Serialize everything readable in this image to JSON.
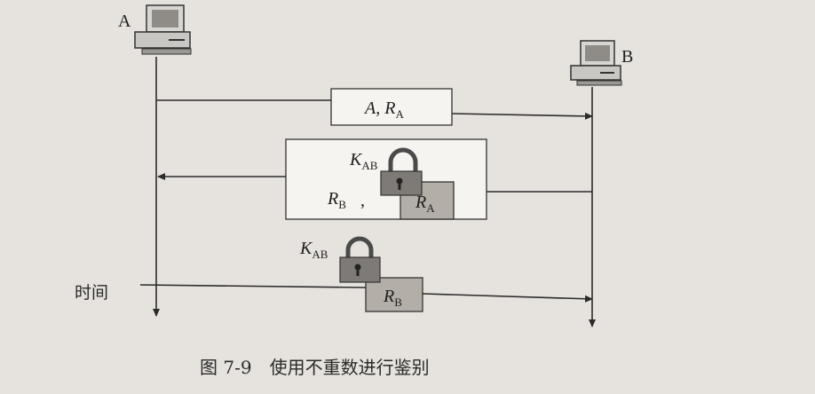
{
  "hosts": {
    "a_label": "A",
    "b_label": "B"
  },
  "time_label": "时间",
  "messages": {
    "m1": {
      "text_main": "A, R",
      "text_sub": "A"
    },
    "m2": {
      "key_main": "K",
      "key_sub": "AB",
      "nonce_main": "R",
      "nonce_sub": "B",
      "comma": ",",
      "enc_main": "R",
      "enc_sub": "A"
    },
    "m3": {
      "key_main": "K",
      "key_sub": "AB",
      "enc_main": "R",
      "enc_sub": "B"
    }
  },
  "caption": "图 7-9　使用不重数进行鉴别",
  "colors": {
    "line": "#2b2b2b",
    "box_fill": "#f6f4f0",
    "packet_fill": "#b3afa8",
    "lock_body": "#7e7a75",
    "shackle": "#4a4a4a"
  }
}
